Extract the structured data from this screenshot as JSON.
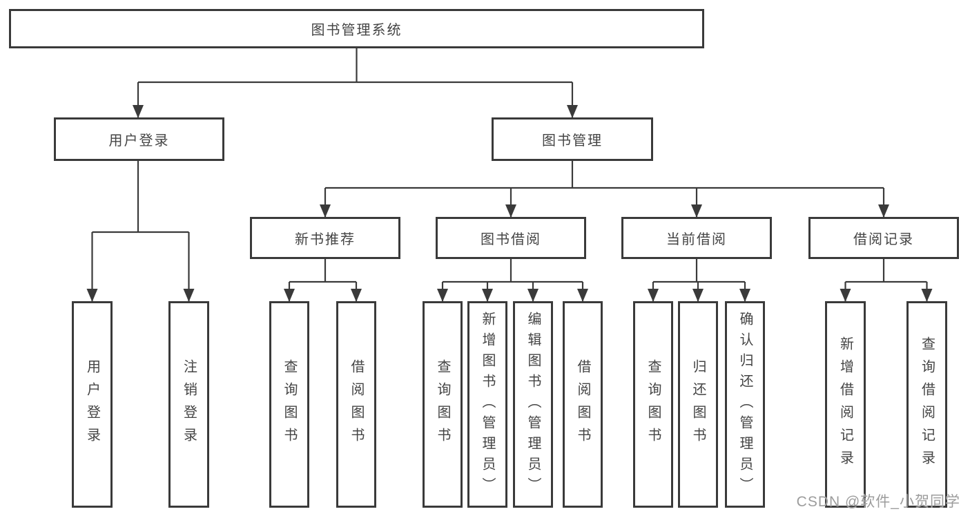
{
  "title": {
    "label": "图书管理系统"
  },
  "branches": {
    "user_login": {
      "label": "用户登录"
    },
    "book_management": {
      "label": "图书管理"
    }
  },
  "modules": {
    "new_book_recommend": {
      "label": "新书推荐"
    },
    "book_borrow": {
      "label": "图书借阅"
    },
    "current_borrow": {
      "label": "当前借阅"
    },
    "borrow_record": {
      "label": "借阅记录"
    }
  },
  "leaves": {
    "user_login_action": {
      "label": "用户登录"
    },
    "logout_action": {
      "label": "注销登录"
    },
    "recommend_query_books": {
      "label": "查询图书"
    },
    "recommend_borrow_books": {
      "label": "借阅图书"
    },
    "borrow_query_books": {
      "label": "查询图书"
    },
    "borrow_add_books_admin": {
      "label": "新增图书（管理员）"
    },
    "borrow_edit_books_admin": {
      "label": "编辑图书（管理员）"
    },
    "borrow_borrow_books": {
      "label": "借阅图书"
    },
    "current_query_books": {
      "label": "查询图书"
    },
    "current_return_books": {
      "label": "归还图书"
    },
    "current_confirm_return_admin": {
      "label": "确认归还（管理员）"
    },
    "record_add_record": {
      "label": "新增借阅记录"
    },
    "record_query_record": {
      "label": "查询借阅记录"
    }
  },
  "watermark": {
    "label": "CSDN @软件_小贺同学"
  },
  "colors": {
    "line": "#3a3a3a",
    "border": "#3a3a3a",
    "text": "#444444",
    "watermark_text": "#9c9c9c",
    "background": "#ffffff"
  }
}
